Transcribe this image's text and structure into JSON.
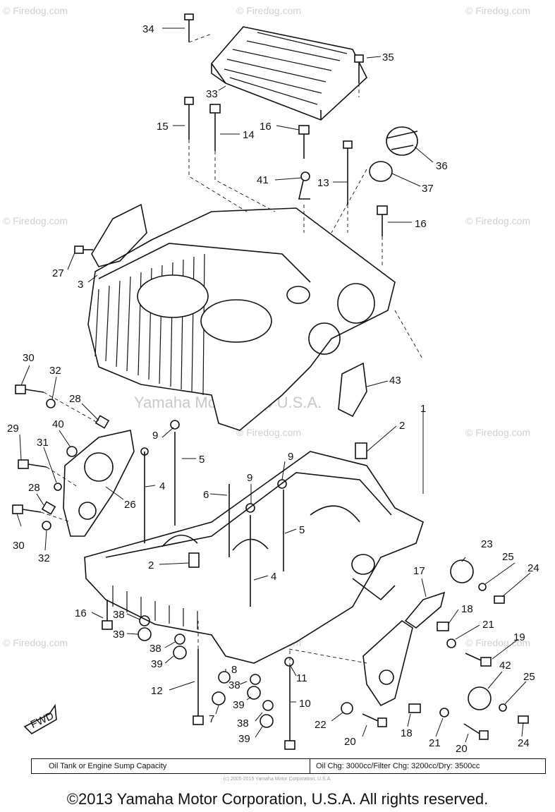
{
  "watermarks": {
    "site": "© Firedog.com",
    "center": "Yamaha Motor Corp U.S.A."
  },
  "callouts": {
    "p1": "1",
    "p2a": "2",
    "p2b": "2",
    "p3": "3",
    "p4a": "4",
    "p4b": "4",
    "p5a": "5",
    "p5b": "5",
    "p6": "6",
    "p7": "7",
    "p8": "8",
    "p9a": "9",
    "p9b": "9",
    "p9c": "9",
    "p10": "10",
    "p11": "11",
    "p12": "12",
    "p13": "13",
    "p14": "14",
    "p15": "15",
    "p16a": "16",
    "p16b": "16",
    "p16c": "16",
    "p17": "17",
    "p18a": "18",
    "p18b": "18",
    "p19": "19",
    "p20a": "20",
    "p20b": "20",
    "p21a": "21",
    "p21b": "21",
    "p22": "22",
    "p23": "23",
    "p24a": "24",
    "p24b": "24",
    "p25a": "25",
    "p25b": "25",
    "p26": "26",
    "p27": "27",
    "p28a": "28",
    "p28b": "28",
    "p29": "29",
    "p30a": "30",
    "p30b": "30",
    "p31": "31",
    "p32a": "32",
    "p32b": "32",
    "p33": "33",
    "p34": "34",
    "p35": "35",
    "p36": "36",
    "p37": "37",
    "p38a": "38",
    "p38b": "38",
    "p38c": "38",
    "p38d": "38",
    "p39a": "39",
    "p39b": "39",
    "p39c": "39",
    "p39d": "39",
    "p40": "40",
    "p41": "41",
    "p42": "42",
    "p43": "43"
  },
  "fwd_label": "FWD",
  "capacity_table": {
    "label": "Oil Tank or Engine Sump Capacity",
    "value": "Oil Chg: 3000cc/Filter Chg: 3200cc/Dry: 3500cc"
  },
  "small_copyright": "(c) 2005-2015 Yamaha Motor Corporation, U.S.A.",
  "footer_copyright": "©2013 Yamaha Motor Corporation, U.S.A. All rights reserved."
}
